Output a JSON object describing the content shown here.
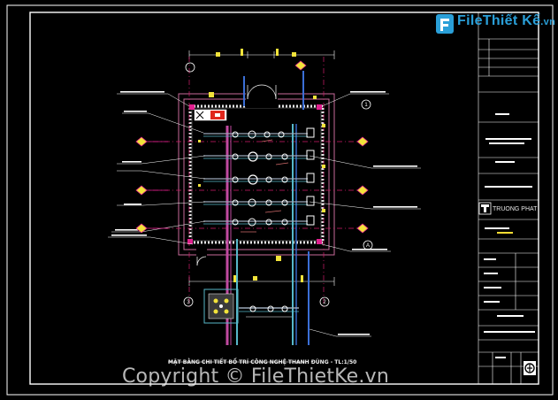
{
  "drawing": {
    "caption": "MẶT BẰNG CHI TIẾT BỐ TRÍ CÔNG NGHỆ THANH ĐÙNG - TL:1/50",
    "axis_numbers": [
      "1",
      "2",
      "3"
    ],
    "axis_letter": "A",
    "company_name": "TRUONG PHAT"
  },
  "watermark": {
    "brand": "File",
    "brand_suffix": "Thiết Kế",
    "brand_tld": ".vn",
    "copyright": "Copyright © FileThietKe.vn"
  },
  "colors": {
    "background": "#000000",
    "frame": "#ffffff",
    "wall": "#c86a9a",
    "pipe_blue": "#3b6fd6",
    "pipe_cyan": "#57b8c9",
    "pipe_magenta": "#c04aa0",
    "yellow": "#f2e33a",
    "red": "#e0261c"
  },
  "icons": [
    "file-logo-icon",
    "north-arrow-icon"
  ]
}
